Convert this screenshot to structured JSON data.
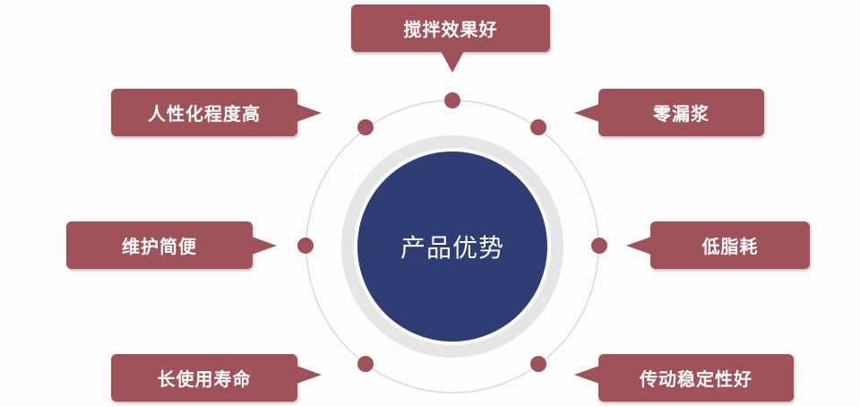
{
  "center": {
    "label": "产品优势"
  },
  "callouts": {
    "top": "搅拌效果好",
    "upper_left": "人性化程度高",
    "upper_right": "零漏浆",
    "middle_left": "维护简便",
    "middle_right": "低脂耗",
    "lower_left": "长使用寿命",
    "lower_right": "传动稳定性好"
  },
  "colors": {
    "callout": "#a0525a",
    "center": "#2e3d73",
    "ring": "#e6e6e6",
    "outer_ring": "#d9d9d9"
  }
}
